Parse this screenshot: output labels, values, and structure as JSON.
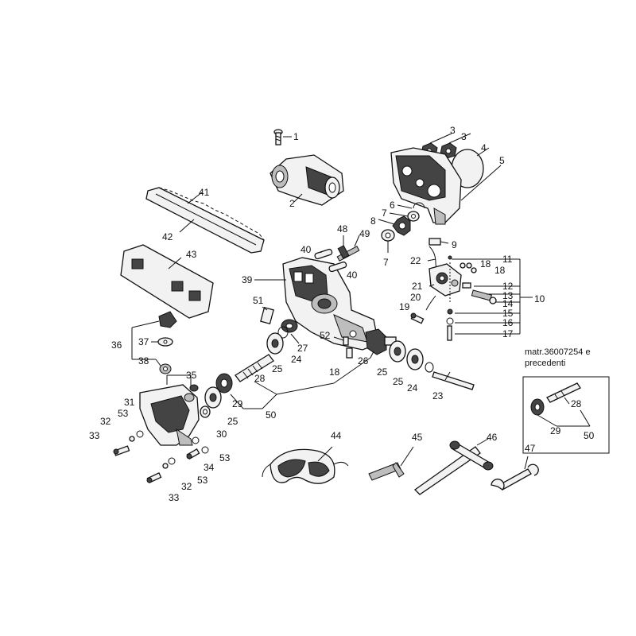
{
  "callouts": {
    "n1": "1",
    "n2": "2",
    "n3a": "3",
    "n3b": "3",
    "n4": "4",
    "n5": "5",
    "n6": "6",
    "n7a": "7",
    "n7b": "7",
    "n8": "8",
    "n9": "9",
    "n10": "10",
    "n11": "11",
    "n12": "12",
    "n13": "13",
    "n14": "14",
    "n15": "15",
    "n16": "16",
    "n17": "17",
    "n18a": "18",
    "n18b": "18",
    "n18c": "18",
    "n19": "19",
    "n20": "20",
    "n21": "21",
    "n22": "22",
    "n23": "23",
    "n24a": "24",
    "n24b": "24",
    "n25a": "25",
    "n25b": "25",
    "n25c": "25",
    "n25d": "25",
    "n26": "26",
    "n27": "27",
    "n28a": "28",
    "n28b": "28",
    "n29a": "29",
    "n29b": "29",
    "n30": "30",
    "n31": "31",
    "n32a": "32",
    "n32b": "32",
    "n33a": "33",
    "n33b": "33",
    "n34": "34",
    "n35": "35",
    "n36": "36",
    "n37": "37",
    "n38": "38",
    "n39": "39",
    "n40a": "40",
    "n40b": "40",
    "n41": "41",
    "n42": "42",
    "n43": "43",
    "n44": "44",
    "n45": "45",
    "n46": "46",
    "n47": "47",
    "n48": "48",
    "n49": "49",
    "n50a": "50",
    "n50b": "50",
    "n51": "51",
    "n52": "52",
    "n53a": "53",
    "n53b": "53",
    "n53c": "53"
  },
  "inset": {
    "note_line1": "matr.36007254 e",
    "note_line2": "precedenti"
  }
}
